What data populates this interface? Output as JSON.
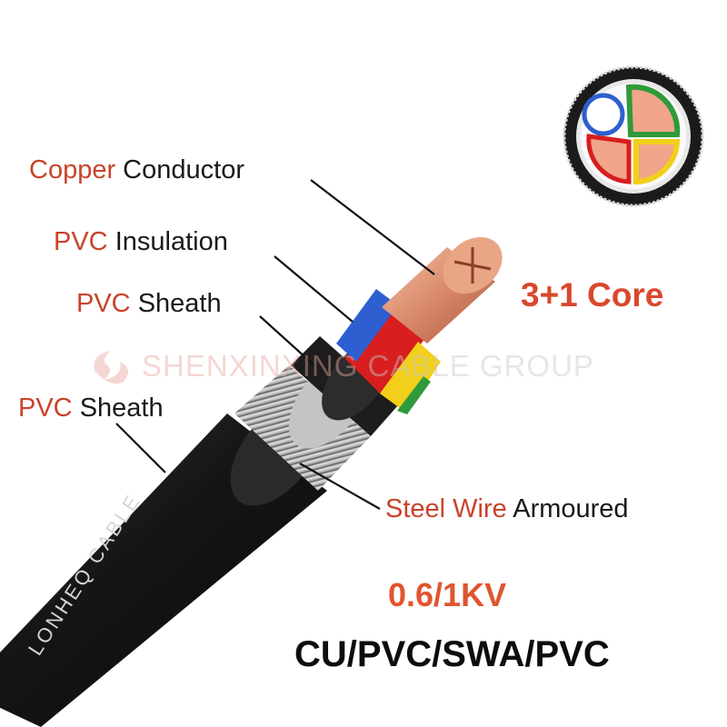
{
  "labels": {
    "copper_conductor": {
      "accent": "Copper",
      "rest": " Conductor"
    },
    "pvc_insulation": {
      "accent": "PVC",
      "rest": " Insulation"
    },
    "pvc_sheath_inner": {
      "accent": "PVC",
      "rest": " Sheath"
    },
    "pvc_sheath_outer": {
      "accent": "PVC",
      "rest": " Sheath"
    },
    "steel_wire": {
      "accent": "Steel Wire",
      "rest": " Armoured"
    }
  },
  "core_config": "3+1 Core",
  "voltage": "0.6/1KV",
  "construction": "CU/PVC/SWA/PVC",
  "watermark": {
    "brand": "SHENXINXING",
    "suffix": "CABLE GROUP"
  },
  "cable_print": "LONHEQ CABLE",
  "colors": {
    "accent": "#c8442a",
    "core_config": "#d9482c",
    "voltage": "#e0552f",
    "text": "#1a1a1a",
    "jacket": "#1e1e1e",
    "copper": "#d98a6a",
    "insulation_blue": "#2d5fd0",
    "insulation_red": "#d81e1e",
    "insulation_yellow": "#f2cf1a",
    "insulation_green": "#2f9a3a",
    "armour": "#b8b8b8"
  }
}
